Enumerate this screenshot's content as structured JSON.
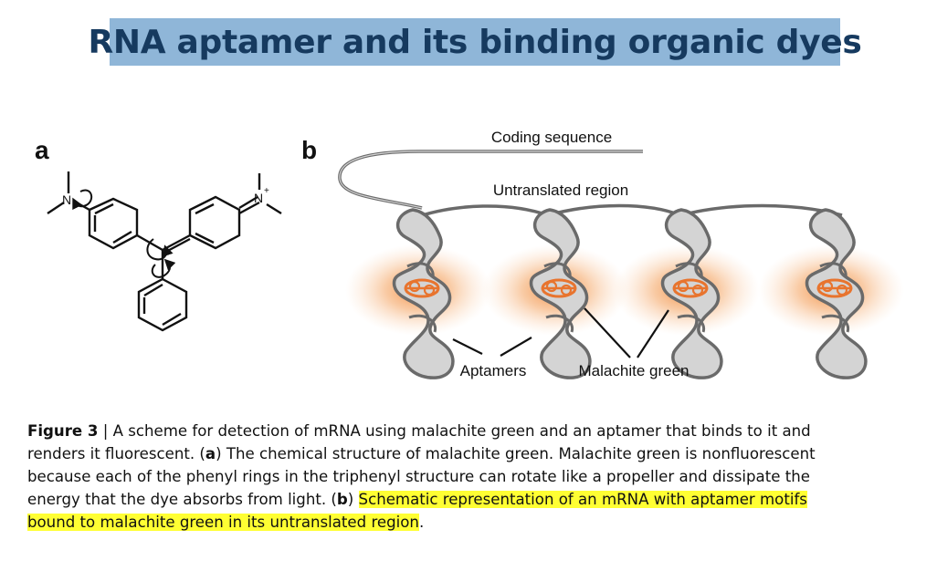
{
  "title": "RNA aptamer and its binding organic dyes",
  "panel_a": {
    "letter": "a",
    "atom_n_left": "N",
    "atom_n_right": "N",
    "charge": "+"
  },
  "panel_b": {
    "letter": "b",
    "label_coding": "Coding sequence",
    "label_utr": "Untranslated region",
    "label_aptamers": "Aptamers",
    "label_malachite": "Malachite green"
  },
  "caption": {
    "line1_bold": "Figure 3",
    "line1_rest": " | A scheme for detection of mRNA using malachite green and an aptamer that binds to it and",
    "line2": "renders it fluorescent. (",
    "line2_a": "a",
    "line2_end": ") The chemical structure of malachite green. Malachite green is nonfluorescent",
    "line3": "because each of the phenyl rings in the triphenyl structure can rotate like a propeller and dissipate the",
    "line4_start": "energy that the dye absorbs from light. (",
    "line4_b": "b",
    "line4_mid": ") ",
    "line4_highlight": "Schematic representation of an mRNA with aptamer motifs",
    "line5_highlight": "bound to malachite green in its untranslated region",
    "line5_end": "."
  },
  "colors": {
    "title_bg": "#8fb6d8",
    "title_text": "#163a5f",
    "highlight": "#ffff33",
    "glow": "#f08a3c",
    "dye": "#e8742e"
  }
}
